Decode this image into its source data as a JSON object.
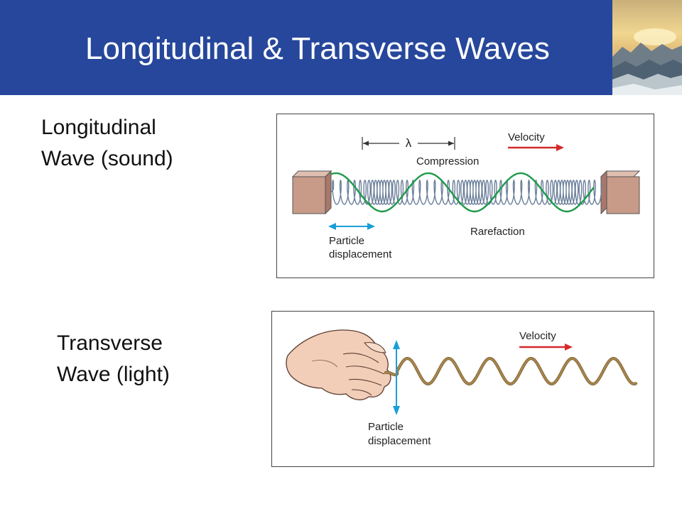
{
  "title": "Longitudinal & Transverse Waves",
  "longitudinal": {
    "label_line1": "Longitudinal",
    "label_line2": "Wave (sound)",
    "diagram": {
      "wavelength_symbol": "λ",
      "compression": "Compression",
      "rarefaction": "Rarefaction",
      "velocity": "Velocity",
      "particle_line1": "Particle",
      "particle_line2": "displacement"
    }
  },
  "transverse": {
    "label_line1": "Transverse",
    "label_line2": "Wave (light)",
    "diagram": {
      "velocity": "Velocity",
      "particle_line1": "Particle",
      "particle_line2": "displacement"
    }
  },
  "colors": {
    "header": "#26479b",
    "velocity_arrow": "#d42a2a",
    "displacement_arrow": "#1a9ed8",
    "wave_green": "#1f9a4a",
    "spring": "#6b7f9a",
    "block": "#c89a88",
    "rope": "#a8864e",
    "skin": "#f2cdb8"
  }
}
